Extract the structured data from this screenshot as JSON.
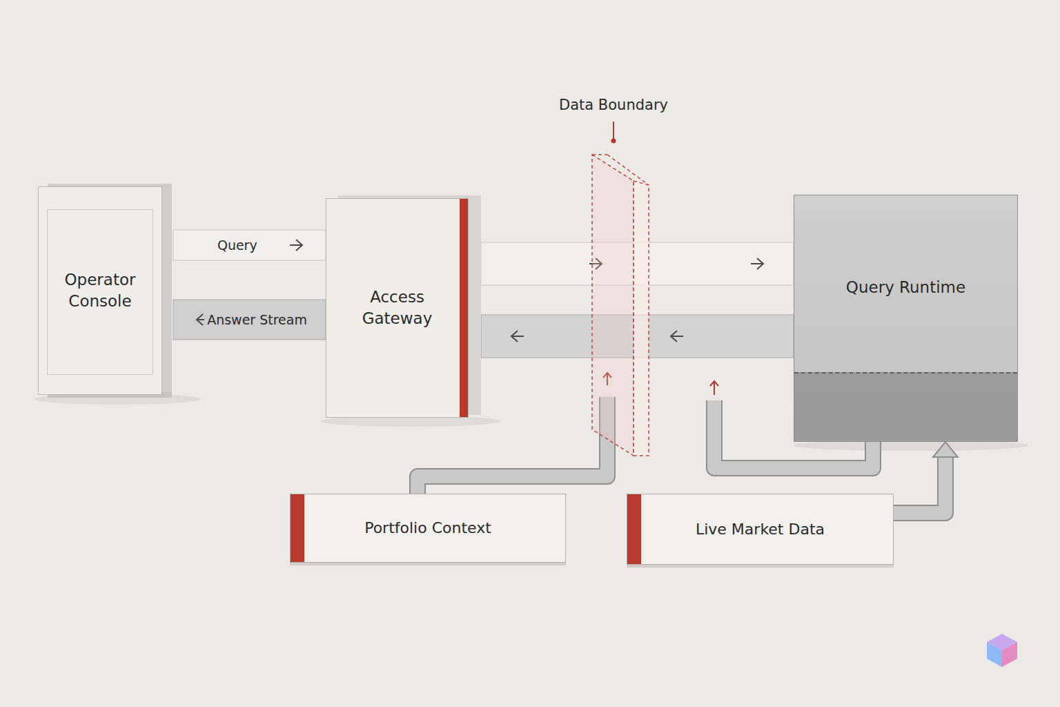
{
  "diagram": {
    "nodes": [
      {
        "text": [
          "Operator Console"
        ]
      },
      {
        "text": [
          "Access Gateway"
        ]
      },
      {
        "text": [
          "Query Runtime"
        ]
      },
      {
        "text": [
          "Portfolio Context"
        ]
      },
      {
        "text": [
          "Live Market Data"
        ]
      }
    ],
    "edges": [
      {
        "from": 0,
        "to": 1,
        "label": "Query",
        "arrow": "to"
      },
      {
        "from": 1,
        "to": 0,
        "label": "Answer Stream",
        "arrow": "to"
      },
      {
        "from": 1,
        "to": 2,
        "arrow": "to"
      },
      {
        "from": 2,
        "to": 1,
        "arrow": "to"
      },
      {
        "from": 4,
        "to": 2,
        "arrow": "to"
      }
    ],
    "labels": [
      "Data Boundary"
    ]
  }
}
